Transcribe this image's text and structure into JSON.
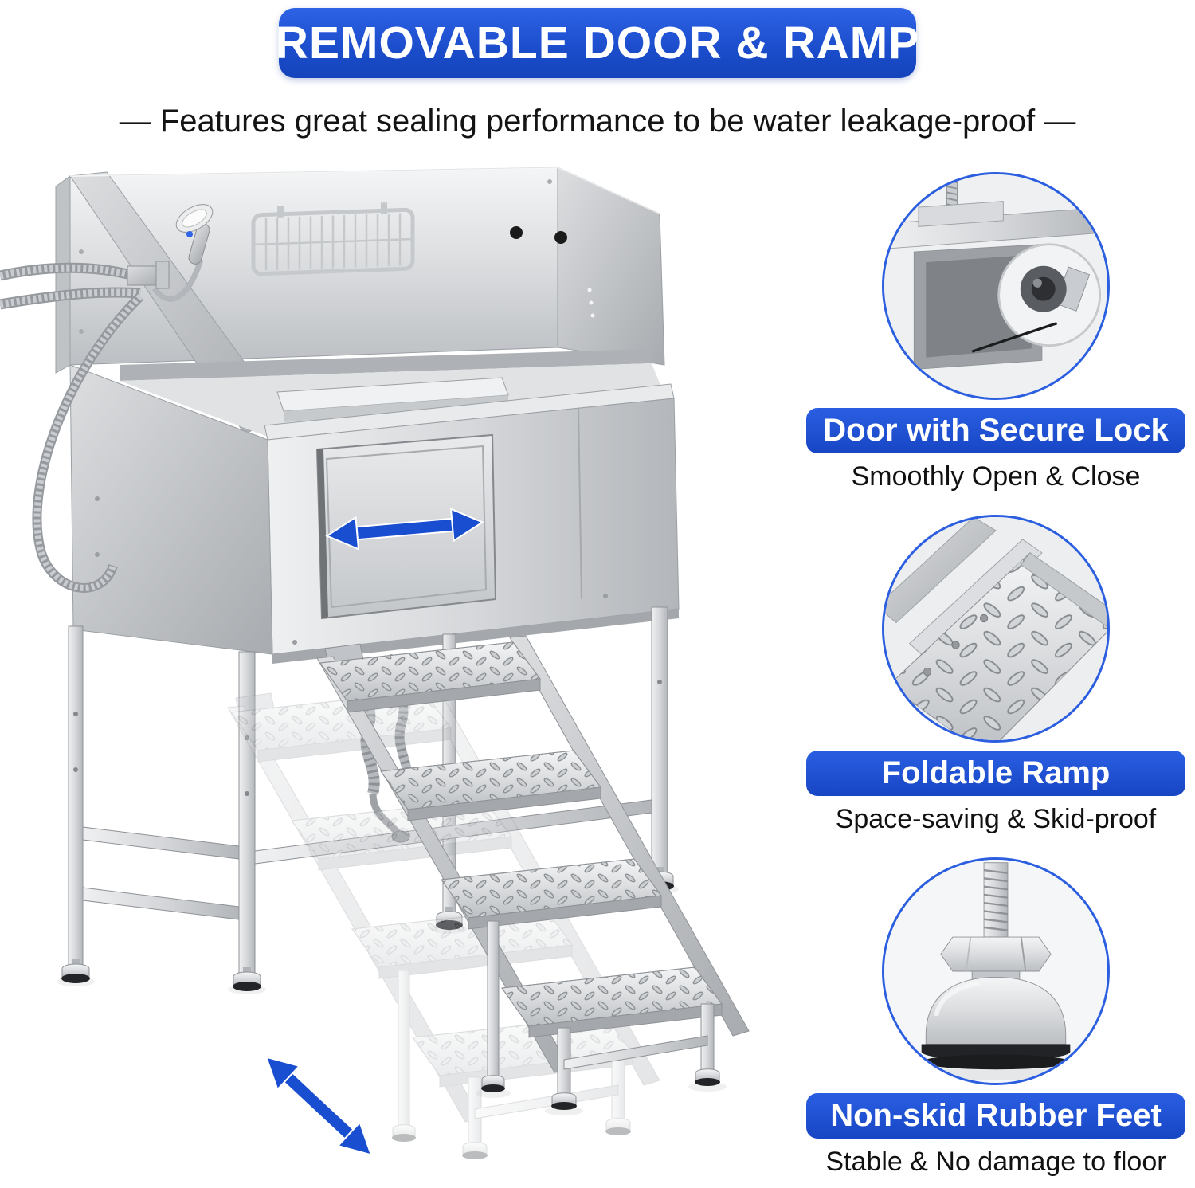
{
  "banner": {
    "title": "REMOVABLE DOOR & RAMP"
  },
  "subtitle": "— Features great sealing performance to be water leakage-proof —",
  "product": {
    "name": "pet-grooming-tub-with-ramp",
    "annotations": [
      "door-slide-arrow",
      "ramp-move-arrow"
    ]
  },
  "callouts": [
    {
      "label": "Door with Secure Lock",
      "caption": "Smoothly Open & Close",
      "image": "door-lock-closeup"
    },
    {
      "label": "Foldable Ramp",
      "caption": "Space-saving & Skid-proof",
      "image": "ramp-tread-closeup"
    },
    {
      "label": "Non-skid Rubber Feet",
      "caption": "Stable & No damage to floor",
      "image": "rubber-foot-closeup"
    }
  ],
  "colors": {
    "accent_blue": "#1a4ed0",
    "banner_blue_top": "#2e63e6",
    "banner_blue_bottom": "#1443bb",
    "text_dark": "#111111",
    "steel_light": "#f2f3f4",
    "steel_dark": "#b9bcc0"
  }
}
